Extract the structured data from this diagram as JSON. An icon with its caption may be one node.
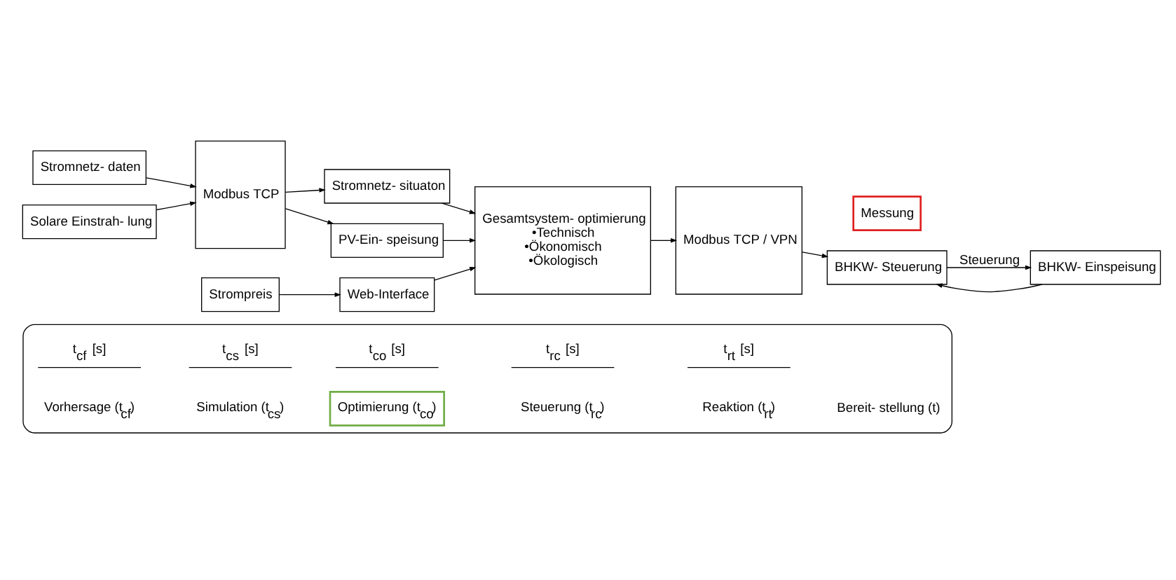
{
  "diagram": {
    "nodes": [
      {
        "text": [
          "Stromnetz- daten"
        ]
      },
      {
        "text": [
          "Solare Einstrah- lung"
        ]
      },
      {
        "text": [
          "Modbus TCP"
        ]
      },
      {
        "text": [
          "Strompreis"
        ]
      },
      {
        "text": [
          "Web-Interface"
        ]
      },
      {
        "text": [
          "Stromnetz- situaton"
        ]
      },
      {
        "text": [
          "PV-Ein- speisung"
        ]
      },
      {
        "text": [
          "Gesamtsystem- optimierung",
          "•Technisch",
          "•Ökonomisch",
          "•Ökologisch"
        ]
      },
      {
        "text": [
          "Modbus TCP / VPN"
        ]
      },
      {
        "text": [
          "Messung"
        ]
      },
      {
        "text": [
          "BHKW- Steuerung"
        ]
      },
      {
        "text": [
          "BHKW- Einspeisung"
        ]
      },
      {
        "text": [],
        "shape": "arrow"
      },
      {
        "text": [
          "Optimierung (t$_{co}$)"
        ],
        "in": 12
      }
    ],
    "edges": [
      {
        "from": 0,
        "to": 2,
        "arrow": "to"
      },
      {
        "from": 1,
        "to": 2,
        "arrow": "to"
      },
      {
        "from": 2,
        "to": 5,
        "arrow": "to"
      },
      {
        "from": 2,
        "to": 6,
        "arrow": "to"
      },
      {
        "from": 3,
        "to": 4,
        "arrow": "to"
      },
      {
        "from": 4,
        "to": 7,
        "arrow": "to"
      },
      {
        "from": 5,
        "to": 7,
        "arrow": "to"
      },
      {
        "from": 6,
        "to": 7,
        "arrow": "to"
      },
      {
        "from": 7,
        "to": 8,
        "arrow": "to"
      },
      {
        "from": 8,
        "to": 10,
        "arrow": "to"
      },
      {
        "from": 11,
        "to": 10,
        "arrow": "to"
      },
      {
        "from": 10,
        "to": 11,
        "arrow": "to",
        "label": "Steuerung"
      }
    ],
    "labels": [
      "t$_{cf}$ [s]",
      "t$_{cs}$ [s]",
      "t$_{co}$ [s]",
      "t$_{rc}$ [s]",
      "t$_{rt}$ [s]",
      "Vorhersage (t$_{cf}$)",
      "Simulation (t$_{cs}$)",
      "Steuerung (t$_{rc}$)",
      "Reaktion (t$_{rt}$)",
      "Bereit- stellung (t)"
    ]
  }
}
